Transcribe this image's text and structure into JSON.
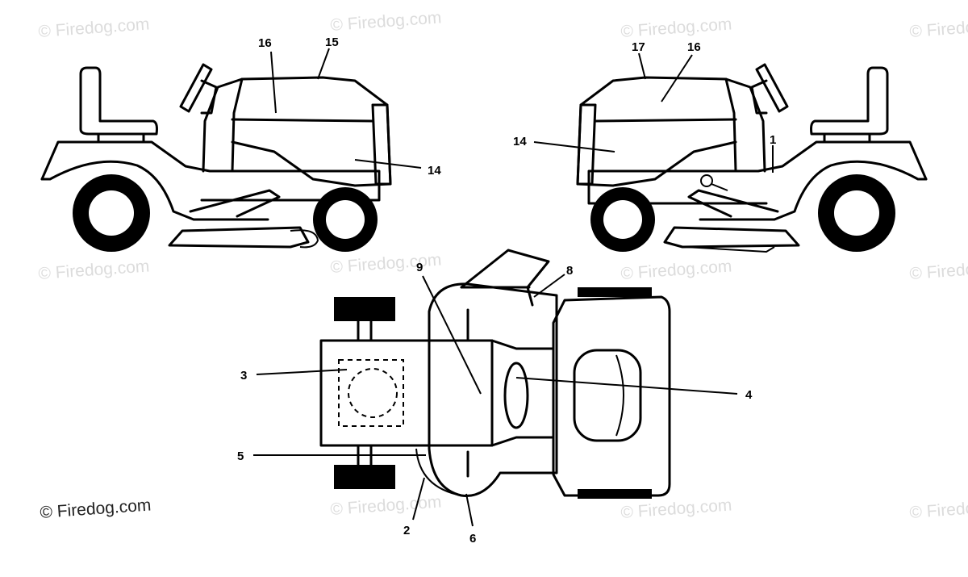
{
  "watermark": {
    "text": "© Firedog.com",
    "main_text": "© Firedog.com"
  },
  "callouts": {
    "left_view": [
      "16",
      "15",
      "14"
    ],
    "right_view": [
      "17",
      "16",
      "14",
      "1"
    ],
    "top_view": [
      "9",
      "8",
      "3",
      "4",
      "5",
      "2",
      "6"
    ]
  },
  "colors": {
    "line": "#000000",
    "watermark": "#dcdcdc",
    "background": "#ffffff"
  }
}
